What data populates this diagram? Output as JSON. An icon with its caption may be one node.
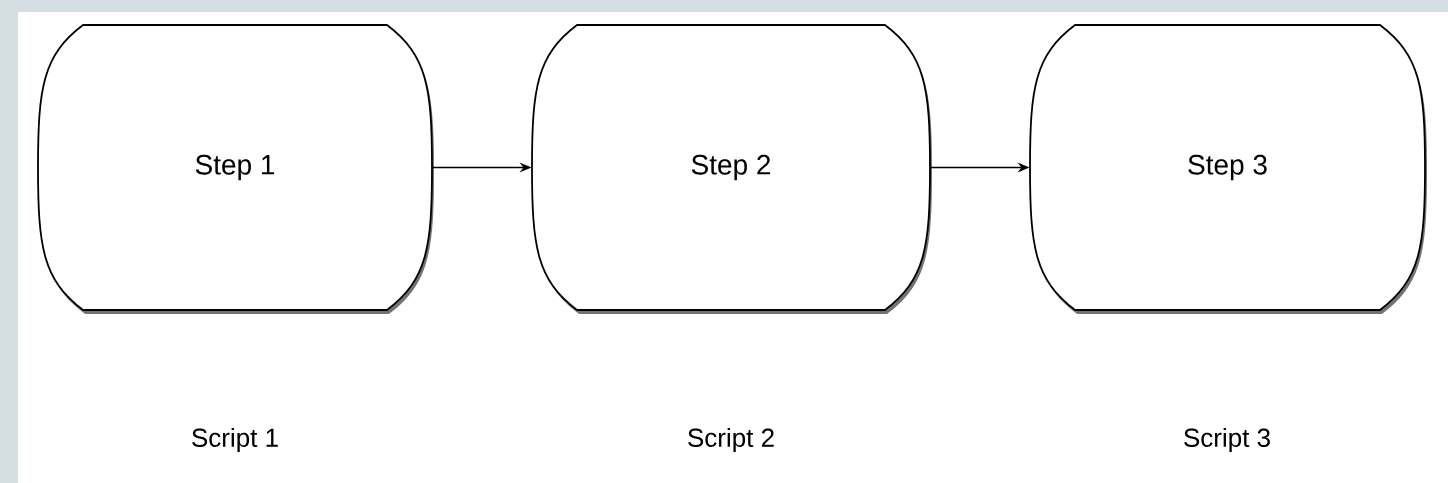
{
  "diagram": {
    "nodes": [
      {
        "text": [
          "Step 1"
        ]
      },
      {
        "text": [
          "Step 2"
        ]
      },
      {
        "text": [
          "Step 3"
        ]
      }
    ],
    "edges": [
      {
        "from": 0,
        "to": 1,
        "arrow": "to"
      },
      {
        "from": 1,
        "to": 2,
        "arrow": "to"
      }
    ],
    "labels": [
      "Script 1",
      "Script 2",
      "Script 3"
    ]
  }
}
